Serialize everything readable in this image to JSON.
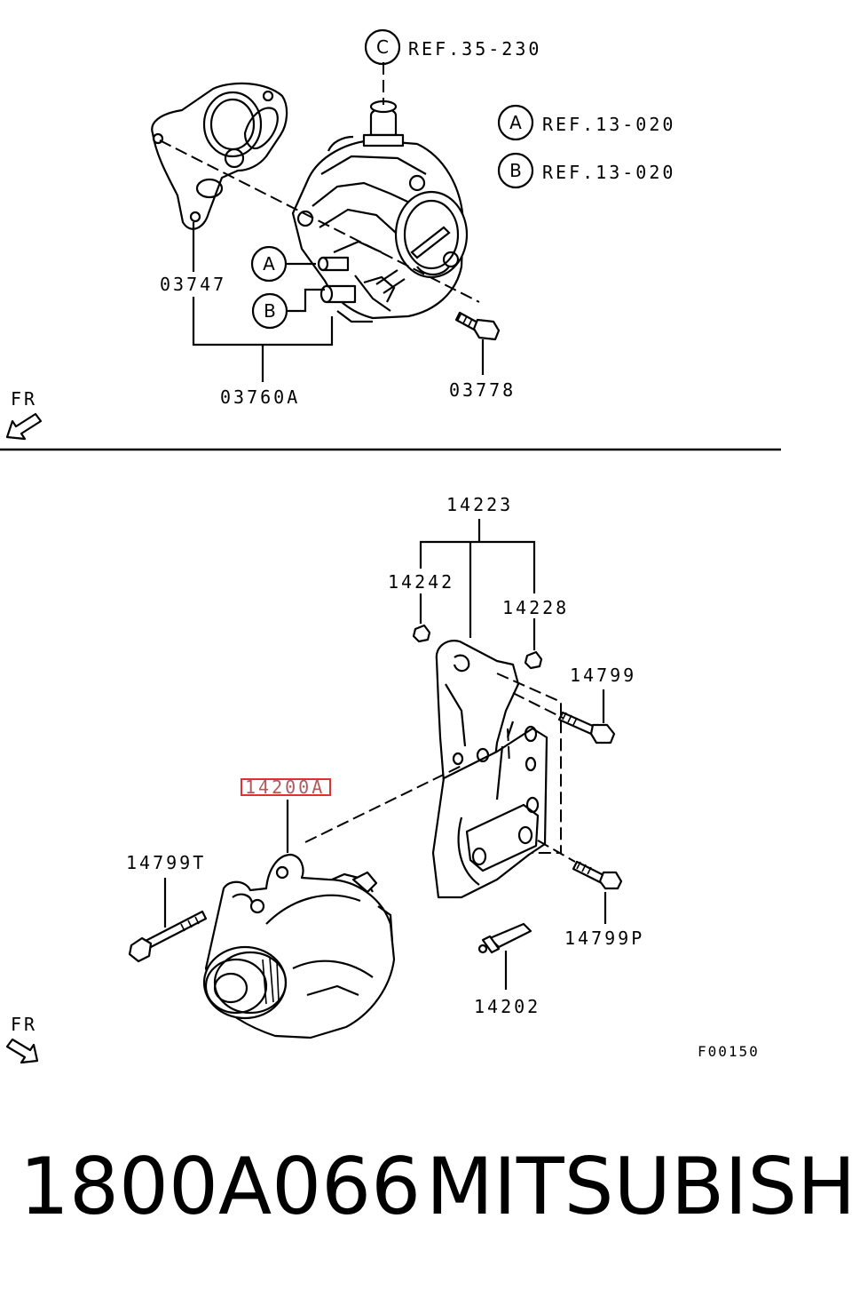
{
  "top_section": {
    "refs": [
      {
        "letter": "C",
        "text": "REF.35-230"
      },
      {
        "letter": "A",
        "text": "REF.13-020"
      },
      {
        "letter": "B",
        "text": "REF.13-020"
      }
    ],
    "callout_a": "A",
    "callout_b": "B",
    "part_03747": "03747",
    "part_03760A": "03760A",
    "part_03778": "03778",
    "fr": "FR"
  },
  "bottom_section": {
    "part_14223": "14223",
    "part_14242": "14242",
    "part_14228": "14228",
    "part_14799": "14799",
    "part_14200A": "14200A",
    "part_14799T": "14799T",
    "part_14799P": "14799P",
    "part_14202": "14202",
    "fr": "FR",
    "figure_code": "F00150",
    "highlight_color": "#e03030"
  },
  "footer": {
    "part_number": "1800A066",
    "brand": "MITSUBISHI"
  }
}
